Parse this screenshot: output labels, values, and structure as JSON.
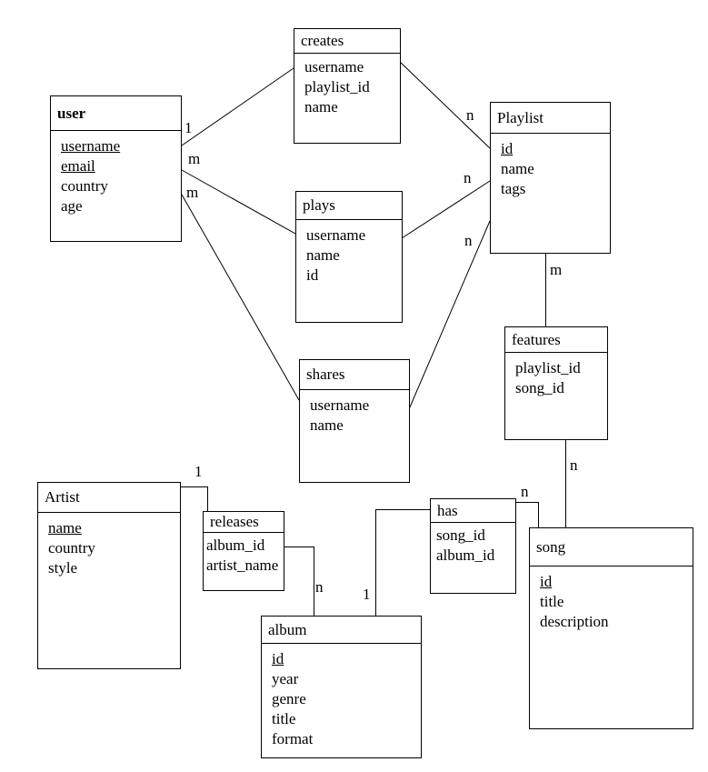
{
  "entities": {
    "user": {
      "title": "user",
      "attributes": [
        "username",
        "email",
        "country",
        "age"
      ],
      "primary_keys": [
        "username",
        "email"
      ]
    },
    "creates": {
      "title": "creates",
      "attributes": [
        "username",
        "playlist_id",
        "name"
      ],
      "primary_keys": []
    },
    "playlist": {
      "title": "Playlist",
      "attributes": [
        "id",
        "name",
        "tags"
      ],
      "primary_keys": [
        "id"
      ]
    },
    "plays": {
      "title": "plays",
      "attributes": [
        "username",
        "name",
        "id"
      ],
      "primary_keys": []
    },
    "shares": {
      "title": "shares",
      "attributes": [
        "username",
        "name"
      ],
      "primary_keys": []
    },
    "features": {
      "title": "features",
      "attributes": [
        "playlist_id",
        "song_id"
      ],
      "primary_keys": []
    },
    "artist": {
      "title": "Artist",
      "attributes": [
        "name",
        "country",
        "style"
      ],
      "primary_keys": [
        "name"
      ]
    },
    "releases": {
      "title": "releases",
      "attributes": [
        "album_id",
        "artist_name"
      ],
      "primary_keys": []
    },
    "album": {
      "title": "album",
      "attributes": [
        "id",
        "year",
        "genre",
        "title",
        "format"
      ],
      "primary_keys": [
        "id"
      ]
    },
    "has": {
      "title": "has",
      "attributes": [
        "song_id",
        "album_id"
      ],
      "primary_keys": []
    },
    "song": {
      "title": "song",
      "attributes": [
        "id",
        "title",
        "description"
      ],
      "primary_keys": [
        "id"
      ]
    }
  },
  "relationships": [
    {
      "from": "user",
      "to": "creates",
      "label": "1"
    },
    {
      "from": "creates",
      "to": "Playlist",
      "label": "n"
    },
    {
      "from": "user",
      "to": "plays",
      "label": "m"
    },
    {
      "from": "plays",
      "to": "Playlist",
      "label": "n"
    },
    {
      "from": "user",
      "to": "shares",
      "label": "m"
    },
    {
      "from": "shares",
      "to": "Playlist",
      "label": "n"
    },
    {
      "from": "Playlist",
      "to": "features",
      "label": "m"
    },
    {
      "from": "features",
      "to": "song",
      "label": "n"
    },
    {
      "from": "Artist",
      "to": "releases",
      "label": "1"
    },
    {
      "from": "releases",
      "to": "album",
      "label": "n"
    },
    {
      "from": "album",
      "to": "has",
      "label": "1"
    },
    {
      "from": "has",
      "to": "song",
      "label": "n"
    }
  ],
  "colors": {
    "line": "#000000",
    "background": "#ffffff",
    "text": "#000000"
  }
}
